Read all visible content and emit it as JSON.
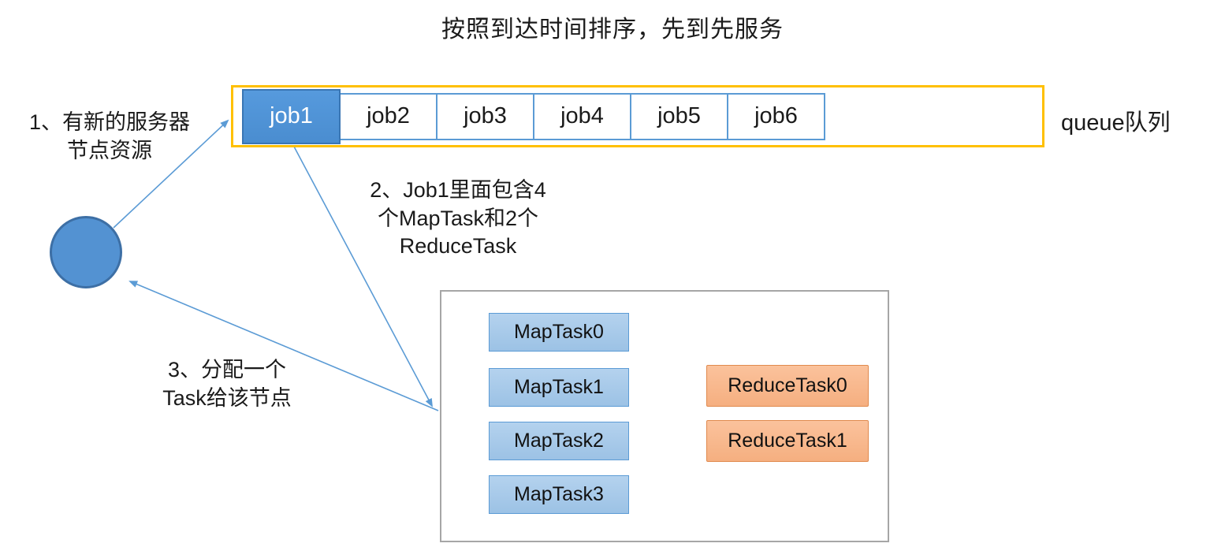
{
  "title": "按照到达时间排序，先到先服务",
  "queue": {
    "label": "queue队列",
    "jobs": [
      {
        "label": "job1",
        "active": true
      },
      {
        "label": "job2",
        "active": false
      },
      {
        "label": "job3",
        "active": false
      },
      {
        "label": "job4",
        "active": false
      },
      {
        "label": "job5",
        "active": false
      },
      {
        "label": "job6",
        "active": false
      }
    ]
  },
  "annotations": {
    "step1": {
      "line1": "1、有新的服务器",
      "line2": "节点资源"
    },
    "step2": {
      "line1": "2、Job1里面包含4",
      "line2": "个MapTask和2个",
      "line3": "ReduceTask"
    },
    "step3": {
      "line1": "3、分配一个",
      "line2": "Task给该节点"
    }
  },
  "tasks": {
    "map_tasks": [
      "MapTask0",
      "MapTask1",
      "MapTask2",
      "MapTask3"
    ],
    "reduce_tasks": [
      "ReduceTask0",
      "ReduceTask1"
    ]
  },
  "colors": {
    "queue_border": "#FFC000",
    "job_border": "#5B9BD5",
    "job_active_fill": "#4A8DD0",
    "job_active_border": "#3A76B4",
    "map_task_fill": "#9CC2E5",
    "map_task_border": "#5B9BD5",
    "reduce_task_fill": "#F5AF80",
    "reduce_task_border": "#E08A4E",
    "circle_fill": "#5392D2",
    "circle_border": "#3D6FA5",
    "container_border": "#A6A6A6",
    "arrow": "#5B9BD5"
  }
}
